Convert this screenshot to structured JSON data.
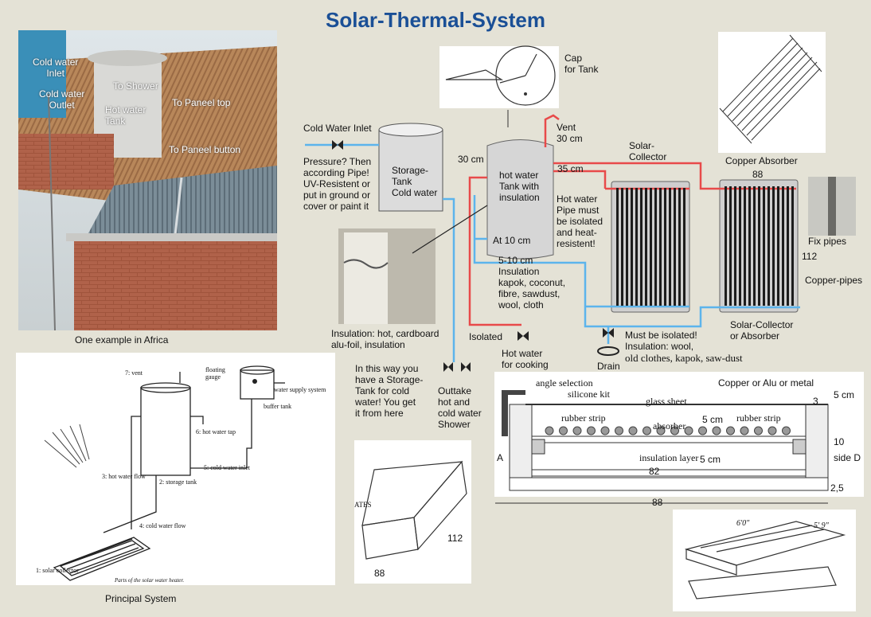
{
  "title": "Solar-Thermal-System",
  "africa_photo": {
    "cold_inlet": "Cold water\nInlet",
    "cold_outlet": "Cold water\nOutlet",
    "to_shower": "To Shower",
    "hot_tank": "Hot water\nTank",
    "to_paneel_top": "To Paneel top",
    "to_paneel_button": "To Paneel button",
    "caption": "One example in Africa"
  },
  "principal": {
    "caption": "Principal System",
    "vent": "7: vent",
    "floating_gauge": "floating\ngauge",
    "supply": "water supply system",
    "buffer": "buffer tank",
    "tap": "6: hot water tap",
    "inlet": "5: cold water inlet",
    "hot_flow": "3: hot water flow",
    "storage": "2: storage tank",
    "cold_flow": "4: cold water flow",
    "collector": "1: solar collector",
    "parts": "Parts of the solar water heater."
  },
  "diagram": {
    "cap": "Cap\nfor Tank",
    "cold_inlet": "Cold Water Inlet",
    "pressure": "Pressure? Then\naccording Pipe!\nUV-Resistent or\nput in ground or\ncover or paint it",
    "storage_tank": "Storage-\nTank\nCold water",
    "hot_tank": "hot water\nTank with\ninsulation",
    "vent": "Vent\n30 cm",
    "d30": "30 cm",
    "d35": "35 cm",
    "solar_collector": "Solar-\nCollector",
    "hot_pipe": "Hot water\nPipe must\nbe isolated\nand heat-\nresistent!",
    "at10": "At 10 cm",
    "insulation": "5-10 cm\nInsulation\nkapok, coconut,\nfibre, sawdust,\nwool, cloth",
    "insulation_photo": "Insulation: hot, cardboard\nalu-foil, insulation",
    "isolated": "Isolated",
    "hot_cooking": "Hot water\nfor cooking",
    "storage_way": "In this way you\nhave a Storage-\nTank for cold\nwater! You get\nit from here",
    "outtake": "Outtake\nhot and\ncold water\nShower",
    "must_isolated": "Must be isolated!\nInsulation: wool,",
    "must_isolated2": "old clothes, kapok, saw-dust",
    "drain": "Drain",
    "collector_abs": "Solar-Collector\nor Absorber",
    "copper_pipes": "Copper-pipes",
    "fix_pipes": "Fix pipes",
    "n112": "112",
    "copper_absorber": "Copper Absorber",
    "n88": "88"
  },
  "section": {
    "angle": "angle selection",
    "silicone": "silicone kit",
    "glass": "glass sheet",
    "copper_alu": "Copper or Alu or metal",
    "n3": "3",
    "n5cm": "5 cm",
    "rubber1": "rubber strip",
    "rubber2": "rubber strip",
    "absorber": "absorber",
    "abs5": "5 cm",
    "n10": "10",
    "a": "A",
    "side_d": "side D",
    "ins_layer": "insulation layer",
    "ins5": "5 cm",
    "n82": "82",
    "n25": "2,5",
    "n88": "88"
  },
  "box": {
    "n112": "112",
    "n88": "88",
    "ates": "ATES"
  },
  "frame": {
    "d1": "6'0\"",
    "d2": "5' 9\""
  },
  "colors": {
    "title": "#1a4f96",
    "cold_pipe": "#5cb4ec",
    "hot_pipe": "#e84a4a",
    "background": "#e4e2d6"
  }
}
